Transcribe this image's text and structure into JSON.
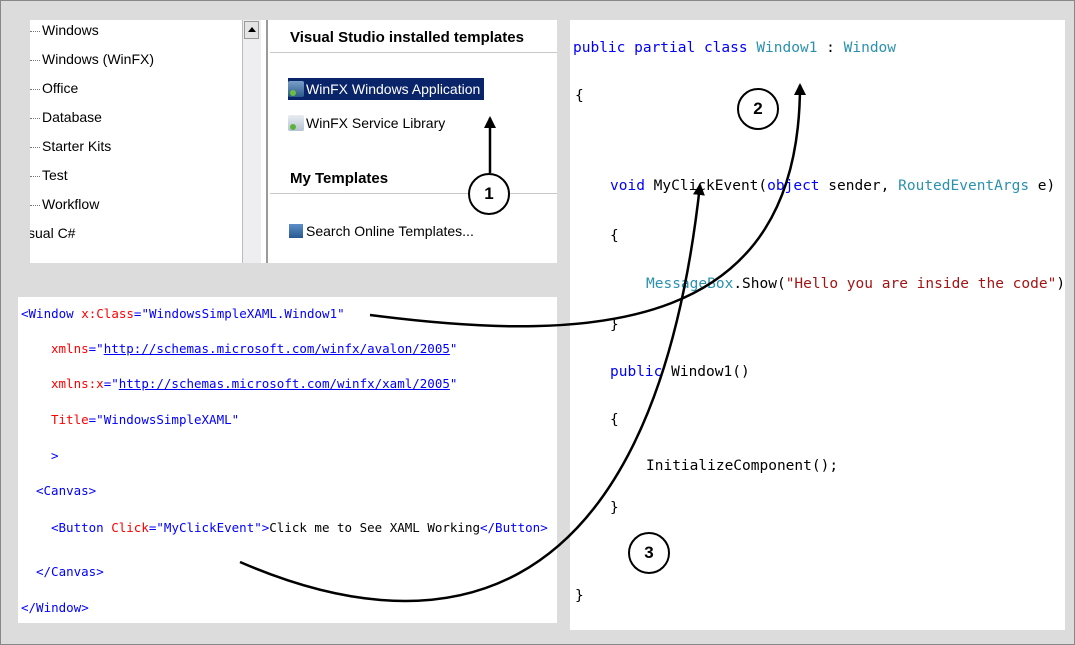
{
  "tree": {
    "items": [
      "Windows",
      "Windows (WinFX)",
      "Office",
      "Database",
      "Starter Kits",
      "Test",
      "Workflow",
      "sual C#"
    ]
  },
  "templates": {
    "installed_heading": "Visual Studio installed templates",
    "installed": [
      {
        "label": "WinFX Windows Application",
        "icon": "app-template-icon"
      },
      {
        "label": "WinFX Service Library",
        "icon": "library-template-icon"
      }
    ],
    "my_heading": "My Templates",
    "search_label": "Search Online Templates..."
  },
  "xaml": {
    "l1_tag_open": "<Window ",
    "l1_attr": "x:Class",
    "l1_eq": "=",
    "l1_value": "\"WindowsSimpleXAML.Window1\"",
    "l2_attr": "xmlns",
    "l2_eq": "=\"",
    "l2_link": "http://schemas.microsoft.com/winfx/avalon/2005",
    "l2_end": "\"",
    "l3_attr": "xmlns:x",
    "l3_eq": "=\"",
    "l3_link": "http://schemas.microsoft.com/winfx/xaml/2005",
    "l3_end": "\"",
    "l4_attr": "Title",
    "l4_eq": "=",
    "l4_value": "\"WindowsSimpleXAML\"",
    "l5": ">",
    "l6": "<Canvas>",
    "l7_tag_open": "<Button ",
    "l7_attr": "Click",
    "l7_eq": "=",
    "l7_value": "\"MyClickEvent\"",
    "l7_gt": ">",
    "l7_text": "Click me to See XAML Working",
    "l7_close": "</Button>",
    "l8": "</Canvas>",
    "l9": "</Window>"
  },
  "csharp": {
    "l1_kw": "public partial class ",
    "l1_type": "Window1",
    "l1_colon": " : ",
    "l1_base": "Window",
    "brace_open": "{",
    "brace_close": "}",
    "l3_kw": "void ",
    "l3_name": "MyClickEvent(",
    "l3_kw2": "object",
    "l3_mid": " sender, ",
    "l3_type": "RoutedEventArgs",
    "l3_end": " e)",
    "l5_type": "MessageBox",
    "l5_mid": ".Show(",
    "l5_str": "\"Hello you are inside the code\"",
    "l5_end": ");",
    "l7_kw": "public ",
    "l7_name": "Window1()",
    "l9_call": "InitializeComponent();"
  },
  "callouts": [
    "1",
    "2",
    "3"
  ]
}
